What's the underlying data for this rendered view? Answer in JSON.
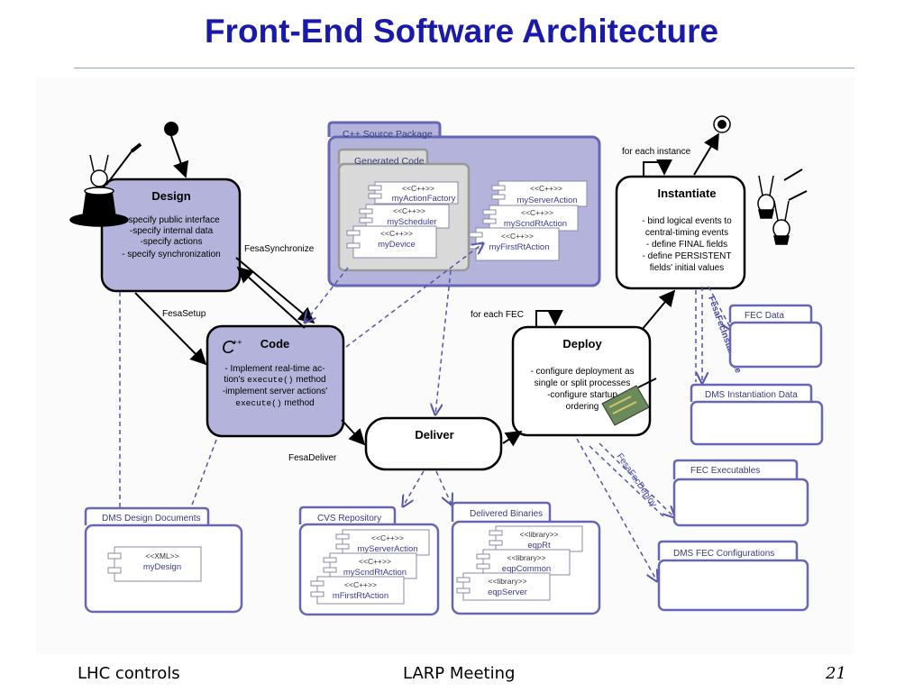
{
  "slide": {
    "title": "Front-End Software Architecture",
    "footer_left": "LHC controls",
    "footer_center": "LARP Meeting",
    "footer_right": "21"
  },
  "states": {
    "design": {
      "title": "Design",
      "lines": [
        "- specify public interface",
        "-specify internal data",
        "-specify actions",
        "- specify synchronization"
      ]
    },
    "code": {
      "title": "Code",
      "logo": "C",
      "logo_sup": "++",
      "line1": "- Implement real-time ac-",
      "line2_a": "tion's ",
      "line2_code": "execute()",
      "line2_b": " method",
      "line3": "-implement server actions'",
      "line4_code": "execute()",
      "line4_b": " method"
    },
    "instantiate": {
      "title": "Instantiate",
      "lines": [
        "- bind logical events to",
        "central-timing events",
        "- define FINAL fields",
        "- define PERSISTENT",
        "fields' initial values"
      ]
    },
    "deploy": {
      "title": "Deploy",
      "lines": [
        "- configure deployment as",
        "single or split processes",
        "-configure startup",
        "ordering"
      ]
    },
    "deliver": {
      "title": "Deliver"
    }
  },
  "transitions": {
    "fesa_synchronize": "FesaSynchronize",
    "fesa_setup": "FesaSetup",
    "fesa_deliver": "FesaDeliver",
    "for_each_instance": "for each instance",
    "for_each_fec": "for each FEC",
    "fesa_fec_instantiate": "FesaFecInstantiate",
    "fesa_fec_deploy": "FesaFecDeploy"
  },
  "packages": {
    "cpp_source": {
      "label": "C++ Source Package",
      "generated_label": "Generated Code",
      "generated": [
        {
          "stereo": "<<C++>>",
          "name": "myActionFactory"
        },
        {
          "stereo": "<<C++>>",
          "name": "myScheduler"
        },
        {
          "stereo": "<<C++>>",
          "name": "myDevice"
        }
      ],
      "user": [
        {
          "stereo": "<<C++>>",
          "name": "myServerAction"
        },
        {
          "stereo": "<<C++>>",
          "name": "myScndRtAction"
        },
        {
          "stereo": "<<C++>>",
          "name": "myFirstRtAction"
        }
      ]
    },
    "fec_data": {
      "label": "FEC Data"
    },
    "dms_instantiation": {
      "label": "DMS Instantiation Data"
    },
    "fec_executables": {
      "label": "FEC Executables"
    },
    "dms_fec_config": {
      "label": "DMS FEC Configurations"
    },
    "dms_design_docs": {
      "label": "DMS Design Documents",
      "item_stereo": "<<XML>>",
      "item_name": "myDesign"
    },
    "cvs_repo": {
      "label": "CVS Repository",
      "items": [
        {
          "stereo": "<<C++>>",
          "name": "myServerAction"
        },
        {
          "stereo": "<<C++>>",
          "name": "myScndRtAction"
        },
        {
          "stereo": "<<C++>>",
          "name": "mFirstRtAction"
        }
      ]
    },
    "delivered_binaries": {
      "label": "Delivered Binaries",
      "items": [
        {
          "stereo": "<<library>>",
          "name": "eqpRt"
        },
        {
          "stereo": "<<library>>",
          "name": "eqpCommon"
        },
        {
          "stereo": "<<library>>",
          "name": "eqpServer"
        }
      ]
    }
  },
  "colors": {
    "title": "#1a1aaa",
    "state_fill": "#b3b3db",
    "package_fill": "#b3b3db",
    "package_stroke": "#6666b3",
    "dashed": "#5555aa",
    "background": "#fbfbfb"
  }
}
